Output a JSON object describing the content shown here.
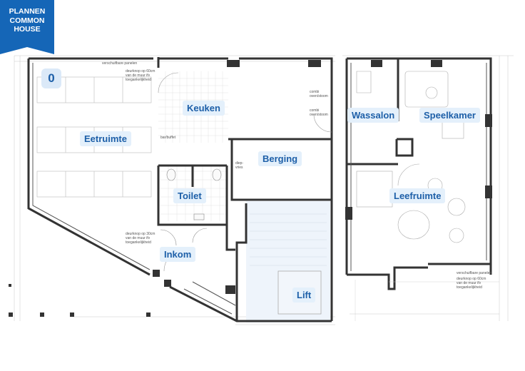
{
  "badge": {
    "line1": "PLANNEN",
    "line2": "COMMON",
    "line3": "HOUSE",
    "color": "#1566b7"
  },
  "floor_level": "0",
  "rooms": {
    "eetruimte": "Eetruimte",
    "keuken": "Keuken",
    "berging": "Berging",
    "toilet": "Toilet",
    "inkom": "Inkom",
    "lift": "Lift",
    "wassalon": "Wassalon",
    "speelkamer": "Speelkamer",
    "leefruimte": "Leefruimte"
  },
  "annotations": {
    "panelen_top": "verschuifbare panelen",
    "deurknop_top": "deurknop op 60cm van de muur ifv toegankelijkheid",
    "combi1": "combi oven/stoom",
    "combi2": "combi oven/stoom",
    "barbuffet": "bar/buffet",
    "diepvries": "diep-vries",
    "deurknop_mid": "deurknop op 30cm van de muur ifv toegankelijkheid",
    "panelen_right": "verschuifbare panelen",
    "deurknop_right": "deurknop op 60cm van de muur ifv toegankelijkheid"
  },
  "colors": {
    "label_bg": "#e4f0fb",
    "label_text": "#1d5fa8",
    "wall": "#333333"
  }
}
